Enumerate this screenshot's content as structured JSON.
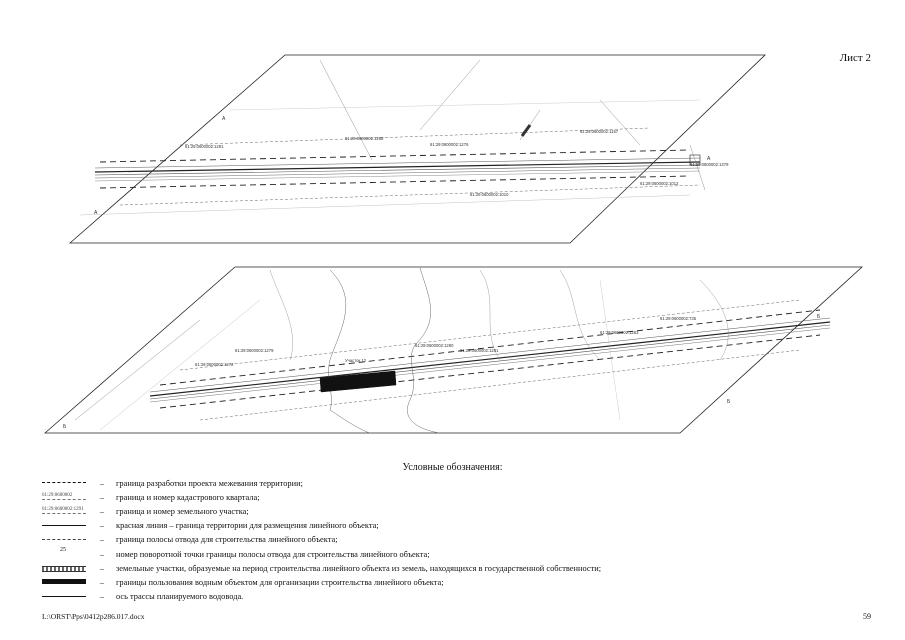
{
  "sheet_label": "Лист 2",
  "map1": {
    "labels": [
      "61:29:0600002:1291",
      "61:29:0600002:1288",
      "61:29:0600002:1276",
      "61:29:0600002:1157",
      "61:29:0600002:1379",
      "61:29:0600002:1010",
      "61:29:0600002:1012"
    ],
    "letters": [
      "А",
      "А",
      "А"
    ]
  },
  "map2": {
    "labels": [
      "61:29:0600002:1272",
      "61:29:0600002:1279",
      "61:29:0600002:1280",
      "61:29:0600002:1281",
      "61:29:0600002:735",
      "61:29:0600002:1283",
      "Участок 12"
    ],
    "letters": [
      "Б",
      "Б",
      "Б"
    ]
  },
  "legend": {
    "title": "Условные обозначения:",
    "dash": "–",
    "items": [
      {
        "text": "граница разработки проекта межевания территории;"
      },
      {
        "text": "граница и номер кадастрового квартала;",
        "sym_text": "61:29:0600002"
      },
      {
        "text": "граница и номер земельного участка;",
        "sym_text": "61:29:0600002:1291"
      },
      {
        "text": "красная линия – граница территории для размещения линейного объекта;"
      },
      {
        "text": "граница полосы отвода для строительства линейного объекта;"
      },
      {
        "text": "номер поворотной точки границы полосы отвода для строительства линейного объекта;",
        "sym_text": "25"
      },
      {
        "text": "земельные участки, образуемые на период строительства линейного объекта из земель, находящихся в государственной собственности;"
      },
      {
        "text": "границы пользования водным объектом для организации строительства линейного объекта;"
      },
      {
        "text": "ось трассы планируемого водовода."
      }
    ]
  },
  "footer": {
    "path": "L:\\ORST\\Pps\\0412p286.017.docx",
    "page": "59"
  }
}
